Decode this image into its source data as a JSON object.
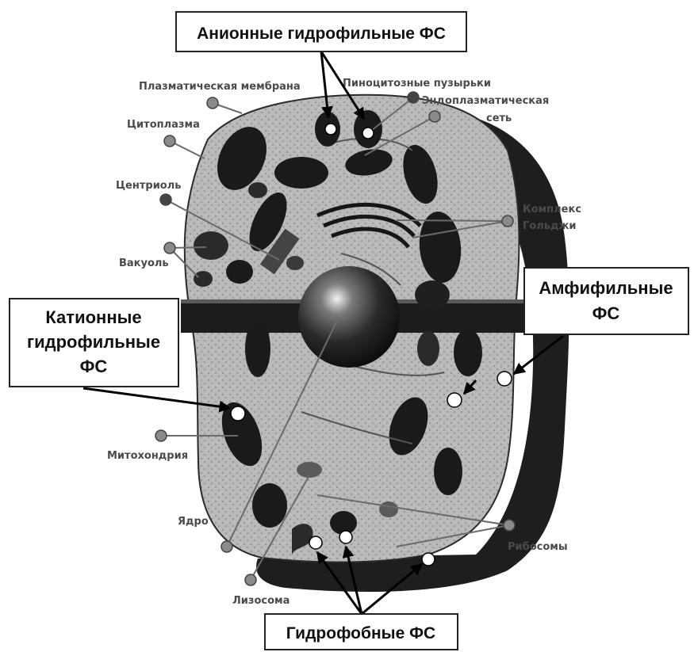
{
  "labels": {
    "plasma_membrane": "Плазматическая мембрана",
    "pinocytic_vesicles": "Пиноцитозные пузырьки",
    "er_line1": "Эндоплазматическая",
    "er_line2": "сеть",
    "cytoplasm": "Цитоплазма",
    "centriole": "Центриоль",
    "golgi_line1": "Комплекс",
    "golgi_line2": "Гольджи",
    "vacuole": "Вакуоль",
    "mitochondria": "Митохондрия",
    "nucleus": "Ядро",
    "lysosome": "Лизосома",
    "ribosomes": "Рибосомы"
  },
  "boxes": {
    "anionic": "Анионные гидрофильные ФС",
    "cationic_line1": "Катионные",
    "cationic_line2": "гидрофильные",
    "cationic_line3": "ФС",
    "amphiphilic_line1": "Амфифильные",
    "amphiphilic_line2": "ФС",
    "hydrophobic": "Гидрофобные ФС"
  },
  "colors": {
    "cell_fill": "#b9b9b9",
    "cell_shadow": "#1e1e1e",
    "organelle": "#1a1a1a",
    "label_text": "#4a4a4a",
    "marker_fill": "#8a8a8a"
  }
}
